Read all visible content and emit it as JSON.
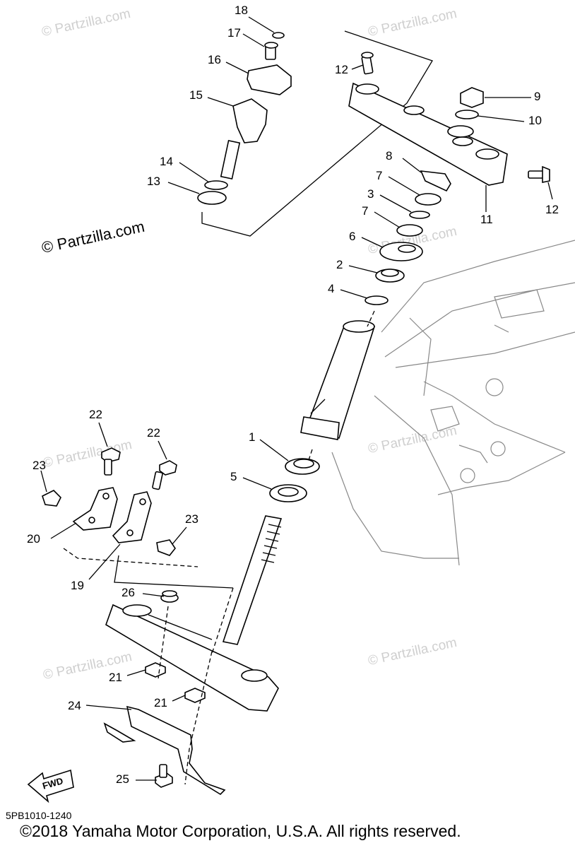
{
  "watermark": {
    "faint_text": "© Partzilla.com",
    "dark_text": "© Partzilla.com"
  },
  "diagram_code": "5PB1010-1240",
  "copyright": "©2018  Yamaha Motor Corporation, U.S.A. All rights reserved.",
  "fwd_label": "FWD",
  "callouts": [
    "18",
    "17",
    "16",
    "15",
    "14",
    "13",
    "12",
    "9",
    "10",
    "8",
    "7",
    "3",
    "7",
    "6",
    "2",
    "4",
    "12",
    "11",
    "1",
    "5",
    "22",
    "22",
    "23",
    "23",
    "20",
    "19",
    "26",
    "21",
    "21",
    "24",
    "25"
  ]
}
